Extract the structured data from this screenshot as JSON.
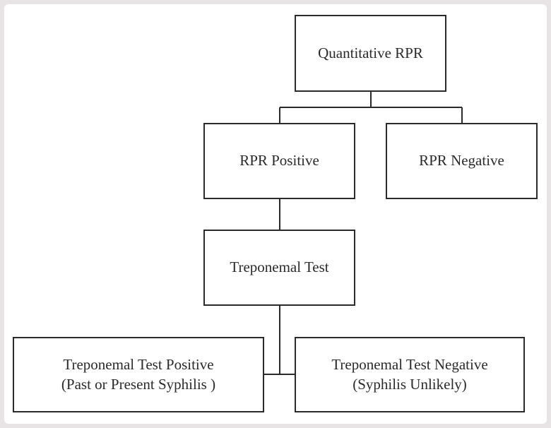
{
  "nodes": {
    "quantitative_rpr": {
      "label": "Quantitative RPR"
    },
    "rpr_positive": {
      "label": "RPR Positive"
    },
    "rpr_negative": {
      "label": "RPR Negative"
    },
    "treponemal_test": {
      "label": "Treponemal Test"
    },
    "treponemal_positive": {
      "line1": "Treponemal Test Positive",
      "line2": "(Past or Present Syphilis )"
    },
    "treponemal_negative": {
      "line1": "Treponemal Test Negative",
      "line2": "(Syphilis Unlikely)"
    }
  },
  "colors": {
    "stroke": "#2a2a2a",
    "background": "#ffffff",
    "border": "#e8e4e6"
  }
}
